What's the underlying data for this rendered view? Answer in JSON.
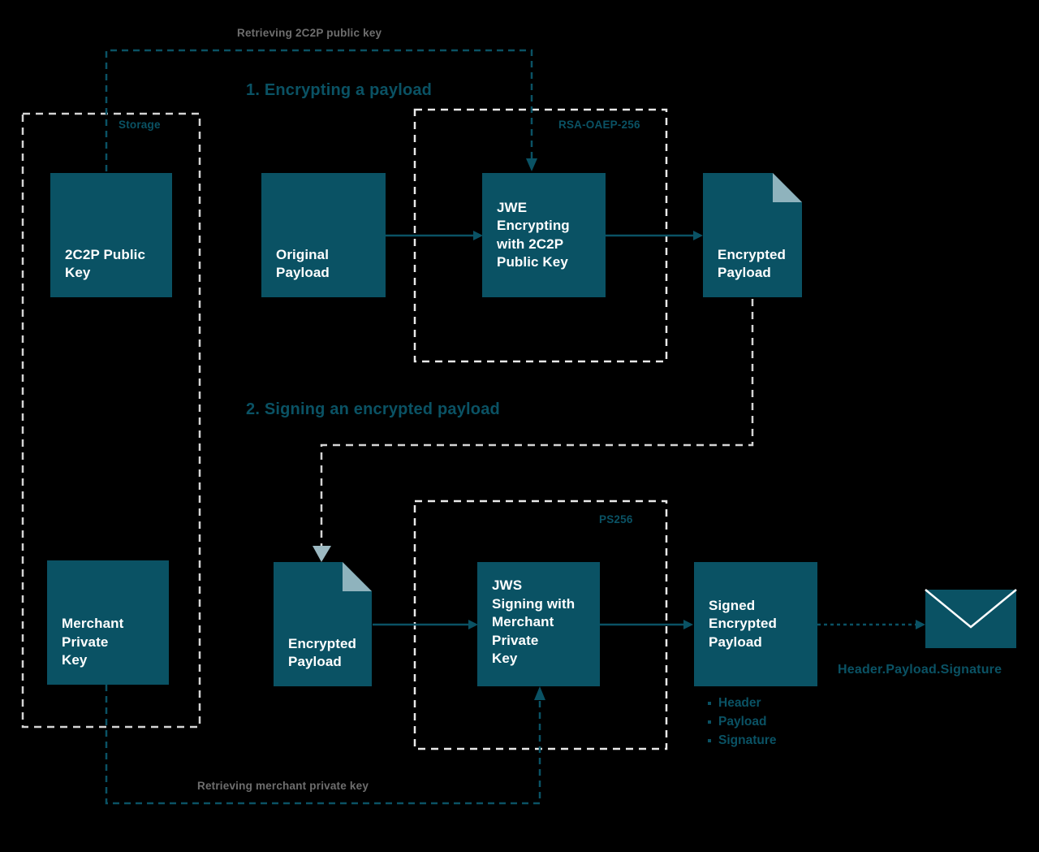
{
  "diagram": {
    "title_sections": [
      {
        "id": "sec1",
        "label": "1. Encrypting a payload"
      },
      {
        "id": "sec2",
        "label": "2. Signing an encrypted payload"
      }
    ],
    "flow_labels": {
      "retrieve_public": "Retrieving 2C2P public key",
      "retrieve_private": "Retrieving merchant private key"
    },
    "groups": [
      {
        "id": "storage",
        "label": "Storage"
      },
      {
        "id": "rsa",
        "label": "RSA-OAEP-256"
      },
      {
        "id": "ps256",
        "label": "PS256"
      }
    ],
    "nodes": {
      "public_key": "2C2P Public\nKey",
      "private_key": "Merchant\nPrivate\nKey",
      "original_payload": "Original\nPayload",
      "jwe_box": "JWE\nEncrypting\nwith 2C2P\nPublic Key",
      "encrypted_payload_1": "Encrypted\nPayload",
      "encrypted_payload_2": "Encrypted\nPayload",
      "jws_box": "JWS\nSigning with\nMerchant\nPrivate\nKey",
      "signed_payload": "Signed\nEncrypted\nPayload"
    },
    "result": {
      "caption": "Header.Payload.Signature",
      "parts": [
        "Header",
        "Payload",
        "Signature"
      ]
    },
    "colors": {
      "node_fill": "#0a5264",
      "node_text": "#ffffff",
      "accent": "#0a5264",
      "dashed_gray": "#d4d4d4",
      "gray_text": "#6e6e6e",
      "corner_fold": "#8fb3bd",
      "background": "#000000"
    }
  }
}
